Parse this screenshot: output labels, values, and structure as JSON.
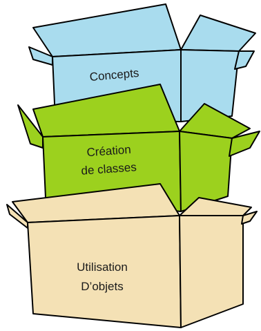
{
  "boxes": {
    "top": {
      "label": "Concepts",
      "color": "#a9dcee"
    },
    "middle": {
      "line1": "Création",
      "line2": "de classes",
      "color": "#9cd11e"
    },
    "bottom": {
      "line1": "Utilisation",
      "line2": "D’objets",
      "color": "#f4e1b5"
    },
    "outline_color": "#000000"
  }
}
